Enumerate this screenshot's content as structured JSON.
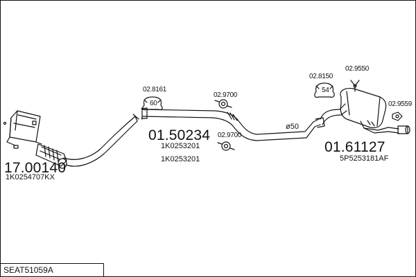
{
  "diagram": {
    "parts": [
      {
        "id": "front",
        "number": "17.00140",
        "oem": "1K0254707KX"
      },
      {
        "id": "middle",
        "number": "01.50234",
        "oem": [
          "1K0253201",
          "1K0253201"
        ]
      },
      {
        "id": "rear",
        "number": "01.61127",
        "oem": "5P5253181AF"
      }
    ],
    "fittings": [
      {
        "id": "clamp-front",
        "number": "02.8161",
        "badge": "60"
      },
      {
        "id": "hanger-mid-top",
        "number": "02.9700"
      },
      {
        "id": "hanger-mid-bottom",
        "number": "02.9700"
      },
      {
        "id": "clamp-rear",
        "number": "02.8150",
        "badge": "54"
      },
      {
        "id": "hanger-rear-top",
        "number": "02.9550"
      },
      {
        "id": "hanger-rear-tail",
        "number": "02.9559"
      }
    ],
    "pipe_diameter": "ø50"
  },
  "footer": {
    "code": "SEAT51059A"
  }
}
